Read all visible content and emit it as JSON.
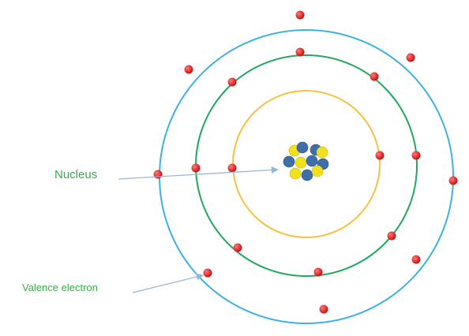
{
  "labels": {
    "nucleus": "Nucleus",
    "valence": "Valence electron"
  },
  "colors": {
    "label_text": "#3aaa4c",
    "shell_inner": "#f5c242",
    "shell_middle": "#22a860",
    "shell_outer": "#3cb2e0",
    "electron": "#cc1010",
    "electron_highlight": "#ff7a7a",
    "proton": "#f0e020",
    "neutron": "#3f6ea8",
    "pointer": "#9ab6d6"
  },
  "icons": {
    "pointer": "arrow-icon",
    "electron": "electron-dot-icon"
  },
  "shells": {
    "inner_electrons": 2,
    "middle_electrons": 8,
    "outer_electrons": 8
  }
}
